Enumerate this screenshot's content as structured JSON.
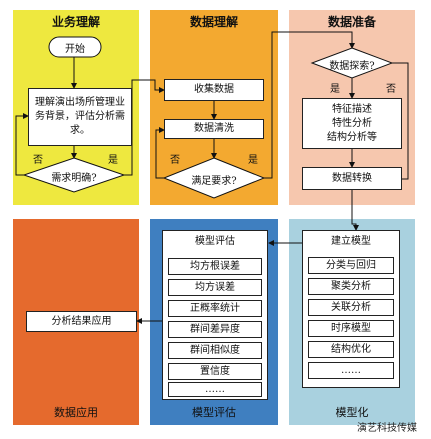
{
  "panels": {
    "business": {
      "title": "业务理解",
      "color": "#EEE83F"
    },
    "data_understanding": {
      "title": "数据理解",
      "color": "#F3A930"
    },
    "data_prep": {
      "title": "数据准备",
      "color": "#F6C7AE"
    },
    "application": {
      "title": "数据应用",
      "color": "#E56A2D"
    },
    "evaluation": {
      "title": "模型评估",
      "color": "#3F7FC0"
    },
    "modeling": {
      "title": "模型化",
      "color": "#A9D1DF"
    }
  },
  "business": {
    "start": "开始",
    "analyze": "理解演出场所管理业务背景，评估分析需求。",
    "decision": "需求明确?",
    "no": "否",
    "yes": "是"
  },
  "data_understanding": {
    "collect": "收集数据",
    "clean": "数据清洗",
    "decision": "满足要求?",
    "no": "否",
    "yes": "是"
  },
  "data_prep": {
    "decision": "数据探索?",
    "yes": "是",
    "no": "否",
    "features": "特征描述\n特性分析\n结构分析等",
    "transform": "数据转换"
  },
  "modeling": {
    "title_box": "建立模型",
    "items": [
      "分类与回归",
      "聚类分析",
      "关联分析",
      "时序模型",
      "结构优化",
      "……"
    ]
  },
  "evaluation": {
    "title_box": "模型评估",
    "items": [
      "均方根误差",
      "均方误差",
      "正概率统计",
      "群间差异度",
      "群间相似度",
      "置信度",
      "……"
    ]
  },
  "application": {
    "result": "分析结果应用"
  },
  "watermark": {
    "text": "演艺科技传媒"
  }
}
